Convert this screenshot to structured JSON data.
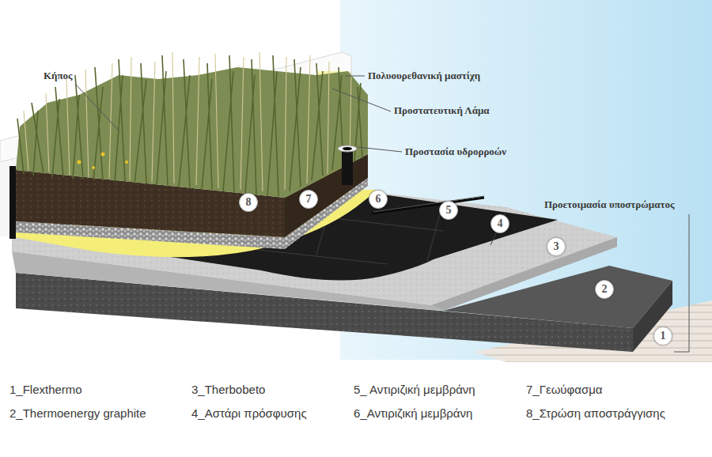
{
  "diagram": {
    "nodes": [
      {
        "text": [
          "8"
        ]
      },
      {
        "text": [
          "7"
        ]
      },
      {
        "text": [
          "6"
        ]
      },
      {
        "text": [
          "5"
        ]
      },
      {
        "text": [
          "4"
        ]
      },
      {
        "text": [
          "3"
        ]
      },
      {
        "text": [
          "2"
        ]
      },
      {
        "text": [
          "1"
        ]
      }
    ],
    "labels": [
      "Κήπος",
      "Πολυουρεθανική μαστίχη",
      "Προστατευτική Λάμα",
      "Προστασία υδρορροών",
      "Προετοιμασία υποστρώματος",
      "1_Flexthermo",
      "3_Therbobeto",
      "5_ Αντιριζική μεμβράνη",
      "7_Γεωύφασμα",
      "2_Thermoenergy graphite",
      "4_Αστάρι πρόσφυσης",
      "6_Αντιριζική μεμβράνη",
      "8_Στρώση αποστράγγισης"
    ]
  }
}
